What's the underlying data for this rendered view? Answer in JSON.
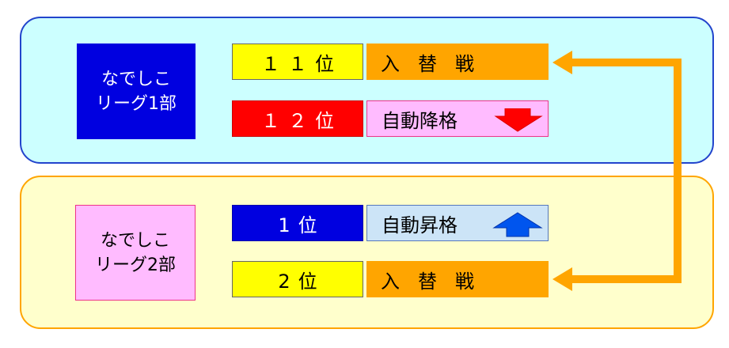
{
  "division1": {
    "label_line1": "なでしこ",
    "label_line2": "リーグ1部",
    "rows": [
      {
        "rank": "１１位",
        "result": "入替戦"
      },
      {
        "rank": "１２位",
        "result": "自動降格"
      }
    ]
  },
  "division2": {
    "label_line1": "なでしこ",
    "label_line2": "リーグ2部",
    "rows": [
      {
        "rank": "1位",
        "result": "自動昇格"
      },
      {
        "rank": "2位",
        "result": "入替戦"
      }
    ]
  },
  "colors": {
    "division1_panel": "#ccffff",
    "division2_panel": "#ffffcc",
    "connector": "#ffa500",
    "down_arrow": "#ff0000",
    "up_arrow": "#0055ee"
  }
}
